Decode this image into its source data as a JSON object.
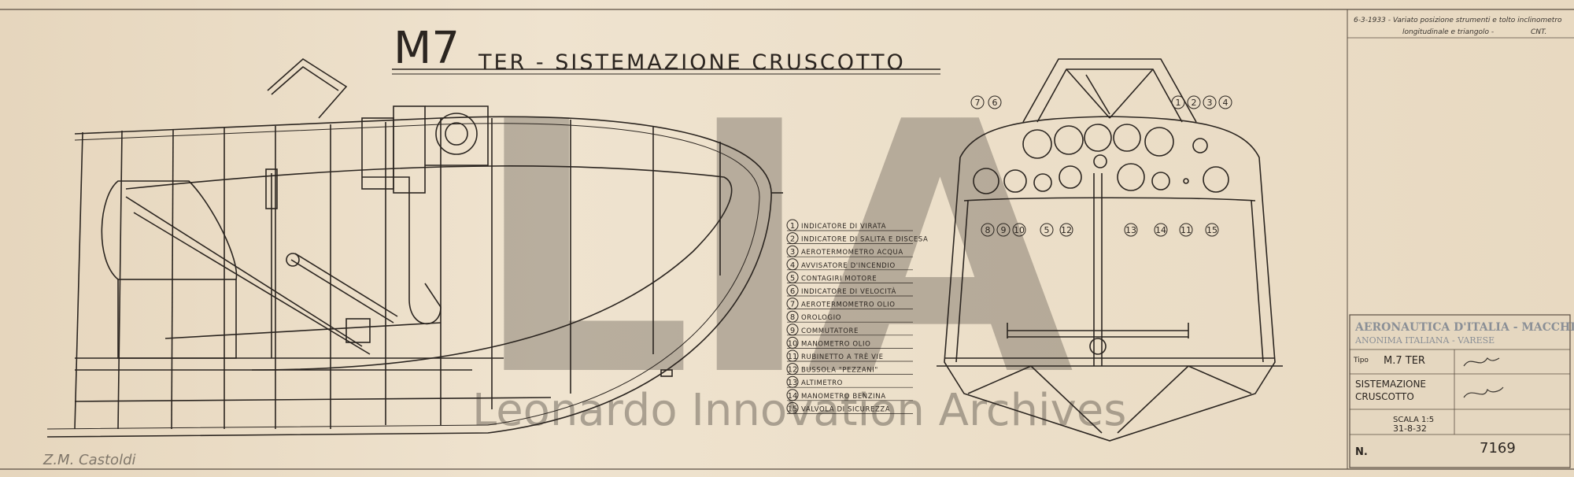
{
  "drawing": {
    "title_main": "M7",
    "title_rest": "TER - SISTEMAZIONE CRUSCOTTO",
    "revision_note_line1": "6-3-1933 - Variato posizione strumenti e tolto inclinometro",
    "revision_note_line2": "longitudinale e triangolo -",
    "revision_initials": "CNT.",
    "signature_bottom_left": "Z.M. Castoldi",
    "watermark_letters": "LIA",
    "watermark_text": "Leonardo Innovation Archives"
  },
  "legend": [
    {
      "num": "1",
      "label": "INDICATORE DI VIRATA"
    },
    {
      "num": "2",
      "label": "INDICATORE DI SALITA E DISCESA"
    },
    {
      "num": "3",
      "label": "AEROTERMOMETRO ACQUA"
    },
    {
      "num": "4",
      "label": "AVVISATORE D'INCENDIO"
    },
    {
      "num": "5",
      "label": "CONTAGIRI MOTORE"
    },
    {
      "num": "6",
      "label": "INDICATORE DI VELOCITÀ"
    },
    {
      "num": "7",
      "label": "AEROTERMOMETRO OLIO"
    },
    {
      "num": "8",
      "label": "OROLOGIO"
    },
    {
      "num": "9",
      "label": "COMMUTATORE"
    },
    {
      "num": "10",
      "label": "MANOMETRO OLIO"
    },
    {
      "num": "11",
      "label": "RUBINETTO A TRÈ VIE"
    },
    {
      "num": "12",
      "label": "BUSSOLA \"PEZZANI\""
    },
    {
      "num": "13",
      "label": "ALTIMETRO"
    },
    {
      "num": "14",
      "label": "MANOMETRO BENZINA"
    },
    {
      "num": "15",
      "label": "VALVOLA DI SICUREZZA"
    }
  ],
  "panel_callouts_top": [
    "7",
    "6",
    "1",
    "2",
    "3",
    "4"
  ],
  "panel_callouts_bottom": [
    "8",
    "9",
    "10",
    "5",
    "12",
    "13",
    "14",
    "11",
    "15"
  ],
  "title_block": {
    "stamp_line1": "AERONAUTICA D'ITALIA - MACCHI",
    "stamp_line2": "ANONIMA ITALIANA - VARESE",
    "label_tipo": "Tipo",
    "tipo": "M.7 TER",
    "oggetto_line1": "SISTEMAZIONE",
    "oggetto_line2": "CRUSCOTTO",
    "scala": "SCALA 1:5",
    "data": "31-8-32",
    "label_n": "N.",
    "numero": "7169"
  }
}
